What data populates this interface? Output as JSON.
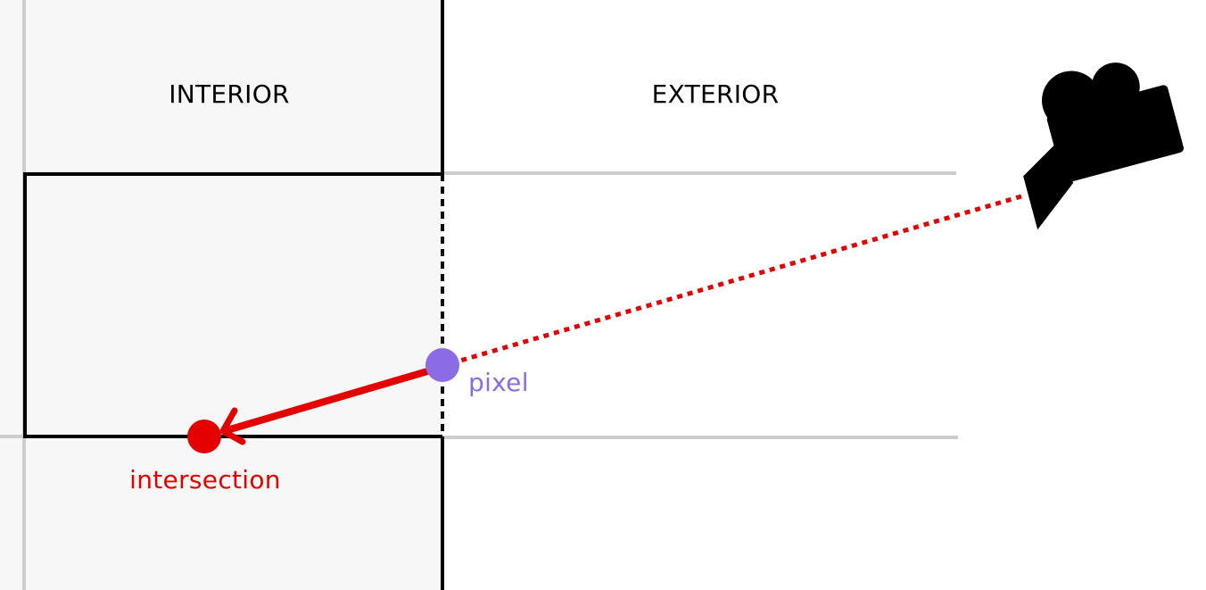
{
  "regions": {
    "interior_label": "INTERIOR",
    "exterior_label": "EXTERIOR"
  },
  "points": {
    "pixel_label": "pixel",
    "intersection_label": "intersection"
  },
  "icons": {
    "camera": "movie-camera-icon"
  },
  "colors": {
    "interior_fill": "#f7f7f7",
    "guide_gray": "#cccccc",
    "outline": "#000000",
    "ray": "#e50000",
    "pixel": "#8c6be6",
    "intersection": "#e50000",
    "label_text": "#000000"
  }
}
